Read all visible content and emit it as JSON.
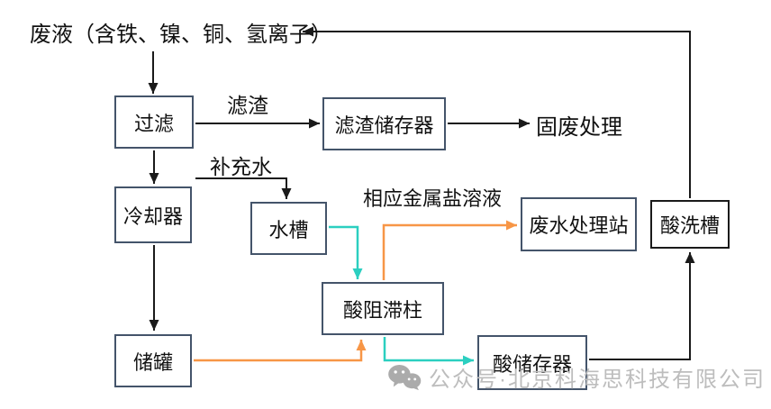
{
  "diagram": {
    "source_label": "废液（含铁、镍、铜、氢离子）",
    "nodes": {
      "filter": {
        "label": "过滤"
      },
      "residue_storage": {
        "label": "滤渣储存器"
      },
      "cooler": {
        "label": "冷却器"
      },
      "water_tank": {
        "label": "水槽"
      },
      "storage_tank": {
        "label": "储罐"
      },
      "acid_column": {
        "label": "酸阻滞柱"
      },
      "wastewater_station": {
        "label": "废水处理站"
      },
      "acid_storage": {
        "label": "酸储存器"
      },
      "pickling_tank": {
        "label": "酸洗槽"
      }
    },
    "labels": {
      "residue": "滤渣",
      "makeup_water": "补充水",
      "metal_salt_solution": "相应金属盐溶液",
      "solid_waste_disposal": "固废处理"
    },
    "edges": [
      {
        "from": "废液",
        "to": "过滤",
        "color": "black"
      },
      {
        "from": "过滤",
        "to": "滤渣储存器",
        "color": "black",
        "label": "滤渣"
      },
      {
        "from": "滤渣储存器",
        "to": "固废处理",
        "color": "black"
      },
      {
        "from": "过滤",
        "to": "冷却器",
        "color": "black"
      },
      {
        "from": "补充水",
        "to": "水槽",
        "color": "black"
      },
      {
        "from": "冷却器",
        "to": "储罐",
        "color": "black"
      },
      {
        "from": "储罐",
        "to": "酸阻滞柱",
        "color": "orange"
      },
      {
        "from": "水槽",
        "to": "酸阻滞柱",
        "color": "teal"
      },
      {
        "from": "酸阻滞柱",
        "to": "废水处理站",
        "color": "orange",
        "label": "相应金属盐溶液"
      },
      {
        "from": "酸阻滞柱",
        "to": "酸储存器",
        "color": "teal"
      },
      {
        "from": "酸储存器",
        "to": "酸洗槽",
        "color": "black"
      },
      {
        "from": "酸洗槽",
        "to": "废液",
        "color": "black"
      }
    ],
    "colors": {
      "node_border": "#44546A",
      "pickling_tank_border": "#1a1a1a",
      "edge_black": "#1a1a1a",
      "edge_orange": "#F79646",
      "edge_teal": "#2BCFC0",
      "watermark_gray": "#bdbdbd"
    },
    "watermark": {
      "text": "公众号·北京科海思科技有限公司"
    }
  }
}
